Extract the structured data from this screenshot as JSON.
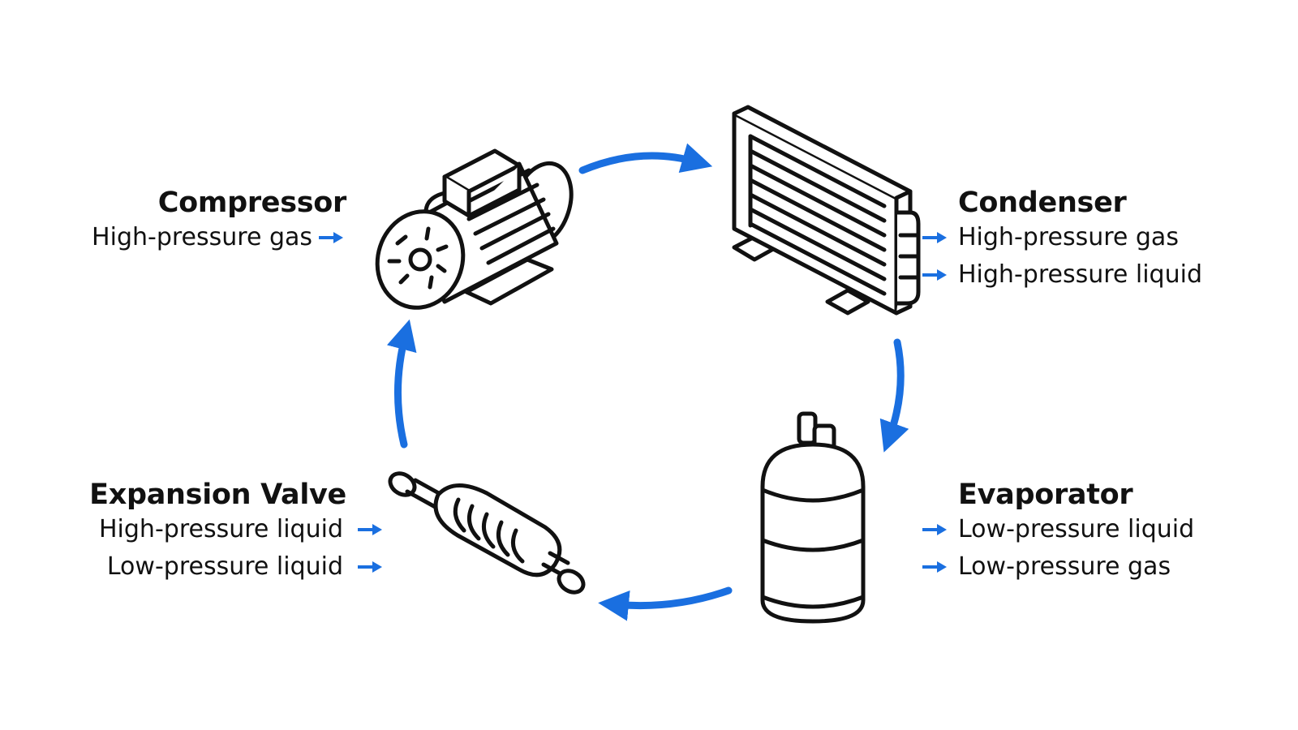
{
  "colors": {
    "accent": "#1a6fe0",
    "stroke": "#111111",
    "background": "#ffffff"
  },
  "components": {
    "compressor": {
      "title": "Compressor",
      "lines": [
        "High-pressure gas"
      ],
      "icon": "motor-compressor-icon"
    },
    "condenser": {
      "title": "Condenser",
      "lines": [
        "High-pressure gas",
        "High-pressure liquid"
      ],
      "icon": "radiator-condenser-icon"
    },
    "evaporator": {
      "title": "Evaporator",
      "lines": [
        "Low-pressure liquid",
        "Low-pressure gas"
      ],
      "icon": "tank-evaporator-icon"
    },
    "expansion_valve": {
      "title": "Expansion Valve",
      "lines": [
        "High-pressure liquid",
        "Low-pressure liquid"
      ],
      "icon": "valve-expansion-icon"
    }
  },
  "flow": [
    "compressor",
    "condenser",
    "evaporator",
    "expansion_valve",
    "compressor"
  ]
}
